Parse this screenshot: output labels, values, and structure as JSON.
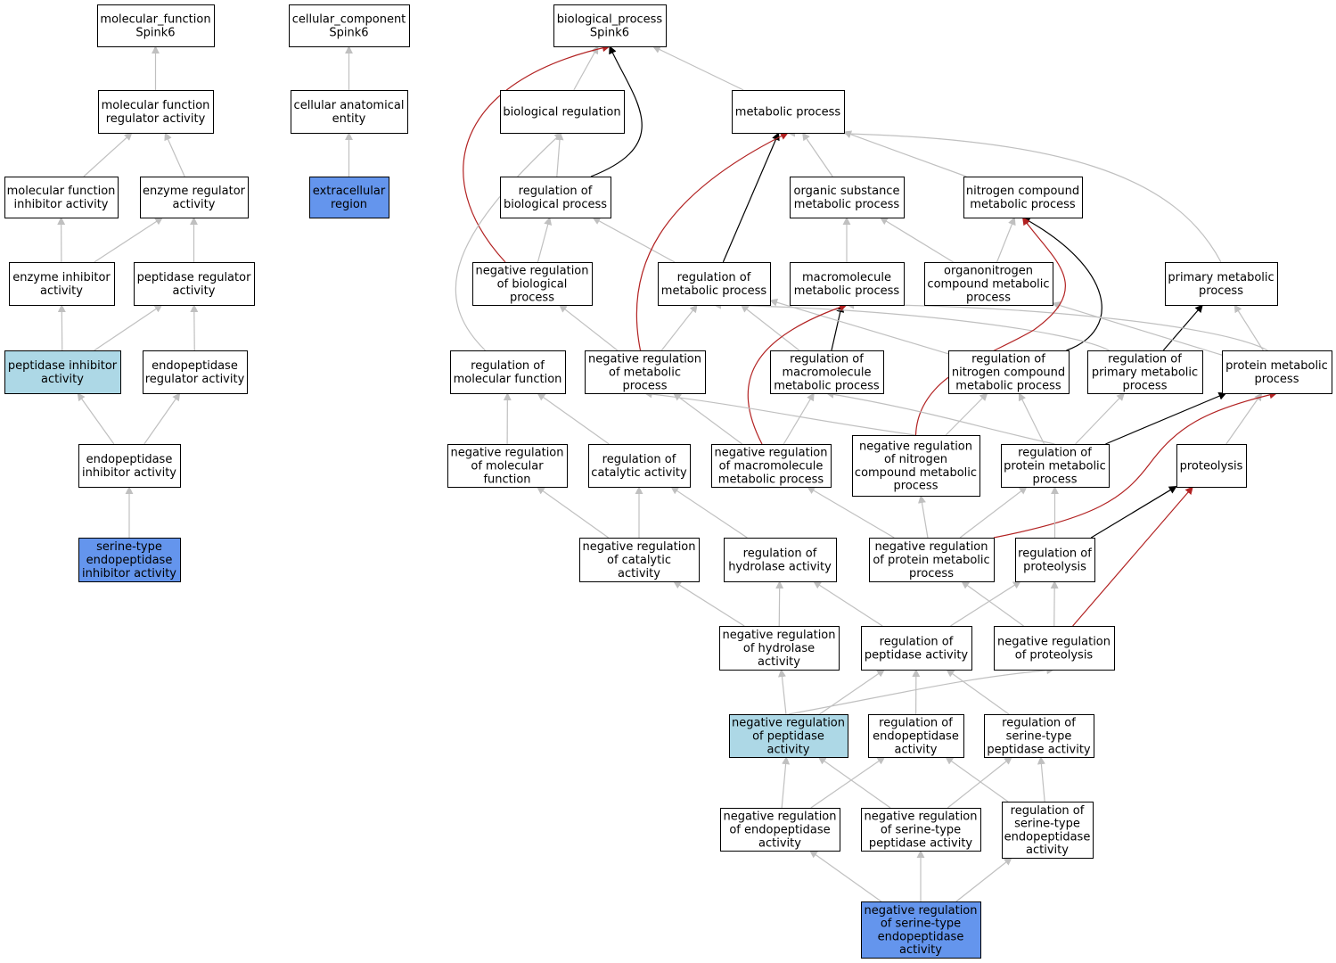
{
  "colors": {
    "plain": "#ffffff",
    "annotated": "#6495ed",
    "highlight": "#add8e6",
    "edge_is_a": "#c0c0c0",
    "edge_regulates": "#000000",
    "edge_negatively_regulates": "#b22222"
  },
  "nodes": [
    {
      "id": "mf_root",
      "lines": [
        "molecular_function",
        "Spink6"
      ],
      "style": "plain"
    },
    {
      "id": "cc_root",
      "lines": [
        "cellular_component",
        "Spink6"
      ],
      "style": "plain"
    },
    {
      "id": "bp_root",
      "lines": [
        "biological_process",
        "Spink6"
      ],
      "style": "plain"
    },
    {
      "id": "mf_reg",
      "lines": [
        "molecular function",
        "regulator activity"
      ],
      "style": "plain"
    },
    {
      "id": "cae",
      "lines": [
        "cellular anatomical",
        "entity"
      ],
      "style": "plain"
    },
    {
      "id": "bio_reg",
      "lines": [
        "biological regulation"
      ],
      "style": "plain"
    },
    {
      "id": "met_proc",
      "lines": [
        "metabolic process"
      ],
      "style": "plain"
    },
    {
      "id": "mf_inh",
      "lines": [
        "molecular function",
        "inhibitor activity"
      ],
      "style": "plain"
    },
    {
      "id": "enz_reg",
      "lines": [
        "enzyme regulator",
        "activity"
      ],
      "style": "plain"
    },
    {
      "id": "extracellular",
      "lines": [
        "extracellular",
        "region"
      ],
      "style": "annotated"
    },
    {
      "id": "reg_bio",
      "lines": [
        "regulation of",
        "biological process"
      ],
      "style": "plain"
    },
    {
      "id": "org_sub",
      "lines": [
        "organic substance",
        "metabolic process"
      ],
      "style": "plain"
    },
    {
      "id": "nitro_met",
      "lines": [
        "nitrogen compound",
        "metabolic process"
      ],
      "style": "plain"
    },
    {
      "id": "enz_inh",
      "lines": [
        "enzyme inhibitor",
        "activity"
      ],
      "style": "plain"
    },
    {
      "id": "pep_reg",
      "lines": [
        "peptidase regulator",
        "activity"
      ],
      "style": "plain"
    },
    {
      "id": "neg_bio",
      "lines": [
        "negative regulation",
        "of biological",
        "process"
      ],
      "style": "plain"
    },
    {
      "id": "reg_met",
      "lines": [
        "regulation of",
        "metabolic process"
      ],
      "style": "plain"
    },
    {
      "id": "macro_met",
      "lines": [
        "macromolecule",
        "metabolic process"
      ],
      "style": "plain"
    },
    {
      "id": "orgnitro",
      "lines": [
        "organonitrogen",
        "compound metabolic",
        "process"
      ],
      "style": "plain"
    },
    {
      "id": "prim_met",
      "lines": [
        "primary metabolic",
        "process"
      ],
      "style": "plain"
    },
    {
      "id": "pep_inh",
      "lines": [
        "peptidase inhibitor",
        "activity"
      ],
      "style": "highlight"
    },
    {
      "id": "endo_reg",
      "lines": [
        "endopeptidase",
        "regulator activity"
      ],
      "style": "plain"
    },
    {
      "id": "reg_mf",
      "lines": [
        "regulation of",
        "molecular function"
      ],
      "style": "plain"
    },
    {
      "id": "neg_met",
      "lines": [
        "negative regulation",
        "of metabolic",
        "process"
      ],
      "style": "plain"
    },
    {
      "id": "reg_macro",
      "lines": [
        "regulation of",
        "macromolecule",
        "metabolic process"
      ],
      "style": "plain"
    },
    {
      "id": "reg_nitro",
      "lines": [
        "regulation of",
        "nitrogen compound",
        "metabolic process"
      ],
      "style": "plain"
    },
    {
      "id": "reg_prim",
      "lines": [
        "regulation of",
        "primary metabolic",
        "process"
      ],
      "style": "plain"
    },
    {
      "id": "prot_met",
      "lines": [
        "protein metabolic",
        "process"
      ],
      "style": "plain"
    },
    {
      "id": "endo_inh",
      "lines": [
        "endopeptidase",
        "inhibitor activity"
      ],
      "style": "plain"
    },
    {
      "id": "neg_mf",
      "lines": [
        "negative regulation",
        "of molecular",
        "function"
      ],
      "style": "plain"
    },
    {
      "id": "reg_cat",
      "lines": [
        "regulation of",
        "catalytic activity"
      ],
      "style": "plain"
    },
    {
      "id": "neg_macro",
      "lines": [
        "negative regulation",
        "of macromolecule",
        "metabolic process"
      ],
      "style": "plain"
    },
    {
      "id": "neg_nitro",
      "lines": [
        "negative regulation",
        "of nitrogen",
        "compound metabolic",
        "process"
      ],
      "style": "plain"
    },
    {
      "id": "reg_prot_met",
      "lines": [
        "regulation of",
        "protein metabolic",
        "process"
      ],
      "style": "plain"
    },
    {
      "id": "proteolysis",
      "lines": [
        "proteolysis"
      ],
      "style": "plain"
    },
    {
      "id": "serine_endo_inh",
      "lines": [
        "serine-type",
        "endopeptidase",
        "inhibitor activity"
      ],
      "style": "annotated"
    },
    {
      "id": "neg_cat",
      "lines": [
        "negative regulation",
        "of catalytic",
        "activity"
      ],
      "style": "plain"
    },
    {
      "id": "reg_hyd",
      "lines": [
        "regulation of",
        "hydrolase activity"
      ],
      "style": "plain"
    },
    {
      "id": "neg_prot_met",
      "lines": [
        "negative regulation",
        "of protein metabolic",
        "process"
      ],
      "style": "plain"
    },
    {
      "id": "reg_proteolysis",
      "lines": [
        "regulation of",
        "proteolysis"
      ],
      "style": "plain"
    },
    {
      "id": "neg_hyd",
      "lines": [
        "negative regulation",
        "of hydrolase",
        "activity"
      ],
      "style": "plain"
    },
    {
      "id": "reg_pep",
      "lines": [
        "regulation of",
        "peptidase activity"
      ],
      "style": "plain"
    },
    {
      "id": "neg_proteolysis",
      "lines": [
        "negative regulation",
        "of proteolysis"
      ],
      "style": "plain"
    },
    {
      "id": "neg_pep",
      "lines": [
        "negative regulation",
        "of peptidase",
        "activity"
      ],
      "style": "highlight"
    },
    {
      "id": "reg_endo",
      "lines": [
        "regulation of",
        "endopeptidase",
        "activity"
      ],
      "style": "plain"
    },
    {
      "id": "reg_serine_pep",
      "lines": [
        "regulation of",
        "serine-type",
        "peptidase activity"
      ],
      "style": "plain"
    },
    {
      "id": "neg_endo",
      "lines": [
        "negative regulation",
        "of endopeptidase",
        "activity"
      ],
      "style": "plain"
    },
    {
      "id": "neg_serine_pep",
      "lines": [
        "negative regulation",
        "of serine-type",
        "peptidase activity"
      ],
      "style": "plain"
    },
    {
      "id": "reg_serine_endo",
      "lines": [
        "regulation of",
        "serine-type",
        "endopeptidase",
        "activity"
      ],
      "style": "plain"
    },
    {
      "id": "neg_serine_endo",
      "lines": [
        "negative regulation",
        "of serine-type",
        "endopeptidase",
        "activity"
      ],
      "style": "annotated"
    }
  ],
  "edges": [
    {
      "from": "mf_reg",
      "to": "mf_root",
      "type": "is_a"
    },
    {
      "from": "mf_inh",
      "to": "mf_reg",
      "type": "is_a"
    },
    {
      "from": "enz_reg",
      "to": "mf_reg",
      "type": "is_a"
    },
    {
      "from": "enz_inh",
      "to": "mf_inh",
      "type": "is_a"
    },
    {
      "from": "enz_inh",
      "to": "enz_reg",
      "type": "is_a"
    },
    {
      "from": "pep_reg",
      "to": "enz_reg",
      "type": "is_a"
    },
    {
      "from": "pep_inh",
      "to": "enz_inh",
      "type": "is_a"
    },
    {
      "from": "pep_inh",
      "to": "pep_reg",
      "type": "is_a"
    },
    {
      "from": "endo_reg",
      "to": "pep_reg",
      "type": "is_a"
    },
    {
      "from": "endo_inh",
      "to": "pep_inh",
      "type": "is_a"
    },
    {
      "from": "endo_inh",
      "to": "endo_reg",
      "type": "is_a"
    },
    {
      "from": "serine_endo_inh",
      "to": "endo_inh",
      "type": "is_a"
    },
    {
      "from": "cae",
      "to": "cc_root",
      "type": "is_a"
    },
    {
      "from": "extracellular",
      "to": "cae",
      "type": "is_a"
    },
    {
      "from": "bio_reg",
      "to": "bp_root",
      "type": "is_a"
    },
    {
      "from": "met_proc",
      "to": "bp_root",
      "type": "is_a"
    },
    {
      "from": "reg_bio",
      "to": "bio_reg",
      "type": "is_a"
    },
    {
      "from": "reg_bio",
      "to": "bp_root",
      "type": "regulates"
    },
    {
      "from": "neg_bio",
      "to": "bp_root",
      "type": "negatively_regulates"
    },
    {
      "from": "neg_bio",
      "to": "reg_bio",
      "type": "is_a"
    },
    {
      "from": "org_sub",
      "to": "met_proc",
      "type": "is_a"
    },
    {
      "from": "nitro_met",
      "to": "met_proc",
      "type": "is_a"
    },
    {
      "from": "prim_met",
      "to": "met_proc",
      "type": "is_a"
    },
    {
      "from": "reg_met",
      "to": "reg_bio",
      "type": "is_a"
    },
    {
      "from": "reg_met",
      "to": "met_proc",
      "type": "regulates"
    },
    {
      "from": "macro_met",
      "to": "org_sub",
      "type": "is_a"
    },
    {
      "from": "orgnitro",
      "to": "org_sub",
      "type": "is_a"
    },
    {
      "from": "orgnitro",
      "to": "nitro_met",
      "type": "is_a"
    },
    {
      "from": "reg_mf",
      "to": "bio_reg",
      "type": "is_a"
    },
    {
      "from": "neg_met",
      "to": "neg_bio",
      "type": "is_a"
    },
    {
      "from": "neg_met",
      "to": "reg_met",
      "type": "is_a"
    },
    {
      "from": "neg_met",
      "to": "met_proc",
      "type": "negatively_regulates"
    },
    {
      "from": "reg_macro",
      "to": "reg_met",
      "type": "is_a"
    },
    {
      "from": "reg_macro",
      "to": "macro_met",
      "type": "regulates"
    },
    {
      "from": "reg_nitro",
      "to": "reg_met",
      "type": "is_a"
    },
    {
      "from": "reg_nitro",
      "to": "nitro_met",
      "type": "regulates"
    },
    {
      "from": "reg_prim",
      "to": "reg_met",
      "type": "is_a"
    },
    {
      "from": "reg_prim",
      "to": "prim_met",
      "type": "regulates"
    },
    {
      "from": "prot_met",
      "to": "macro_met",
      "type": "is_a"
    },
    {
      "from": "prot_met",
      "to": "orgnitro",
      "type": "is_a"
    },
    {
      "from": "prot_met",
      "to": "prim_met",
      "type": "is_a"
    },
    {
      "from": "neg_mf",
      "to": "reg_mf",
      "type": "is_a"
    },
    {
      "from": "reg_cat",
      "to": "reg_mf",
      "type": "is_a"
    },
    {
      "from": "neg_macro",
      "to": "neg_met",
      "type": "is_a"
    },
    {
      "from": "neg_macro",
      "to": "reg_macro",
      "type": "is_a"
    },
    {
      "from": "neg_macro",
      "to": "macro_met",
      "type": "negatively_regulates"
    },
    {
      "from": "neg_nitro",
      "to": "neg_met",
      "type": "is_a"
    },
    {
      "from": "neg_nitro",
      "to": "reg_nitro",
      "type": "is_a"
    },
    {
      "from": "neg_nitro",
      "to": "nitro_met",
      "type": "negatively_regulates"
    },
    {
      "from": "reg_prot_met",
      "to": "reg_macro",
      "type": "is_a"
    },
    {
      "from": "reg_prot_met",
      "to": "reg_nitro",
      "type": "is_a"
    },
    {
      "from": "reg_prot_met",
      "to": "reg_prim",
      "type": "is_a"
    },
    {
      "from": "reg_prot_met",
      "to": "prot_met",
      "type": "regulates"
    },
    {
      "from": "proteolysis",
      "to": "prot_met",
      "type": "is_a"
    },
    {
      "from": "neg_cat",
      "to": "neg_mf",
      "type": "is_a"
    },
    {
      "from": "neg_cat",
      "to": "reg_cat",
      "type": "is_a"
    },
    {
      "from": "reg_hyd",
      "to": "reg_cat",
      "type": "is_a"
    },
    {
      "from": "neg_prot_met",
      "to": "neg_macro",
      "type": "is_a"
    },
    {
      "from": "neg_prot_met",
      "to": "neg_nitro",
      "type": "is_a"
    },
    {
      "from": "neg_prot_met",
      "to": "reg_prot_met",
      "type": "is_a"
    },
    {
      "from": "neg_prot_met",
      "to": "prot_met",
      "type": "negatively_regulates"
    },
    {
      "from": "reg_proteolysis",
      "to": "reg_prot_met",
      "type": "is_a"
    },
    {
      "from": "reg_proteolysis",
      "to": "proteolysis",
      "type": "regulates"
    },
    {
      "from": "neg_hyd",
      "to": "neg_cat",
      "type": "is_a"
    },
    {
      "from": "neg_hyd",
      "to": "reg_hyd",
      "type": "is_a"
    },
    {
      "from": "reg_pep",
      "to": "reg_hyd",
      "type": "is_a"
    },
    {
      "from": "reg_pep",
      "to": "reg_proteolysis",
      "type": "is_a"
    },
    {
      "from": "neg_proteolysis",
      "to": "neg_prot_met",
      "type": "is_a"
    },
    {
      "from": "neg_proteolysis",
      "to": "reg_proteolysis",
      "type": "is_a"
    },
    {
      "from": "neg_proteolysis",
      "to": "proteolysis",
      "type": "negatively_regulates"
    },
    {
      "from": "neg_pep",
      "to": "neg_hyd",
      "type": "is_a"
    },
    {
      "from": "neg_pep",
      "to": "reg_pep",
      "type": "is_a"
    },
    {
      "from": "neg_pep",
      "to": "neg_proteolysis",
      "type": "is_a"
    },
    {
      "from": "reg_endo",
      "to": "reg_pep",
      "type": "is_a"
    },
    {
      "from": "reg_serine_pep",
      "to": "reg_pep",
      "type": "is_a"
    },
    {
      "from": "neg_endo",
      "to": "neg_pep",
      "type": "is_a"
    },
    {
      "from": "neg_endo",
      "to": "reg_endo",
      "type": "is_a"
    },
    {
      "from": "neg_serine_pep",
      "to": "neg_pep",
      "type": "is_a"
    },
    {
      "from": "neg_serine_pep",
      "to": "reg_serine_pep",
      "type": "is_a"
    },
    {
      "from": "reg_serine_endo",
      "to": "reg_endo",
      "type": "is_a"
    },
    {
      "from": "reg_serine_endo",
      "to": "reg_serine_pep",
      "type": "is_a"
    },
    {
      "from": "neg_serine_endo",
      "to": "neg_endo",
      "type": "is_a"
    },
    {
      "from": "neg_serine_endo",
      "to": "neg_serine_pep",
      "type": "is_a"
    },
    {
      "from": "neg_serine_endo",
      "to": "reg_serine_endo",
      "type": "is_a"
    }
  ]
}
